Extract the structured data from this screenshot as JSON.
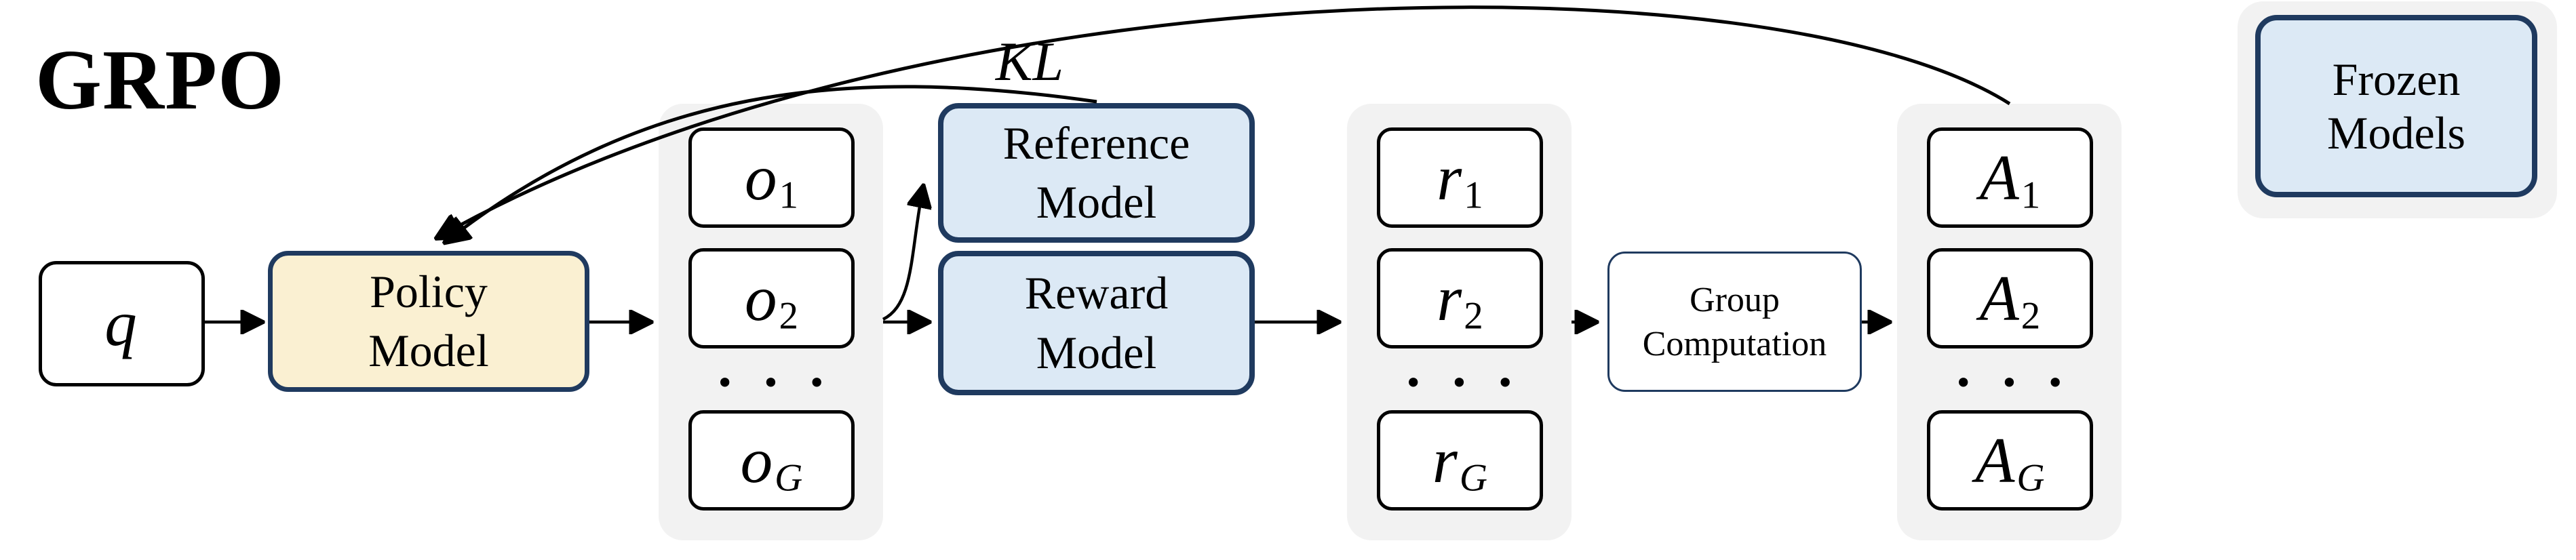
{
  "title": "GRPO",
  "nodes": {
    "q": {
      "base": "q",
      "sub": "",
      "sub_style": "normal"
    },
    "policy": {
      "line1": "Policy",
      "line2": "Model"
    },
    "reference": {
      "line1": "Reference",
      "line2": "Model"
    },
    "reward": {
      "line1": "Reward",
      "line2": "Model"
    },
    "group_computation": {
      "line1": "Group",
      "line2": "Computation"
    },
    "kl_label": "KL"
  },
  "columns": {
    "outputs": {
      "items": [
        {
          "base": "o",
          "sub": "1",
          "sub_style": "normal"
        },
        {
          "base": "o",
          "sub": "2",
          "sub_style": "normal"
        },
        {
          "base": "o",
          "sub": "G",
          "sub_style": "italic"
        }
      ],
      "ellipsis": "• • •"
    },
    "rewards": {
      "items": [
        {
          "base": "r",
          "sub": "1",
          "sub_style": "normal"
        },
        {
          "base": "r",
          "sub": "2",
          "sub_style": "normal"
        },
        {
          "base": "r",
          "sub": "G",
          "sub_style": "italic"
        }
      ],
      "ellipsis": "• • •"
    },
    "advantages": {
      "items": [
        {
          "base": "A",
          "sub": "1",
          "sub_style": "normal"
        },
        {
          "base": "A",
          "sub": "2",
          "sub_style": "normal"
        },
        {
          "base": "A",
          "sub": "G",
          "sub_style": "italic"
        }
      ],
      "ellipsis": "• • •"
    }
  },
  "legend": {
    "line1": "Frozen",
    "line2": "Models"
  },
  "colors": {
    "ink": "#000000",
    "navy": "#1f3a5f",
    "policy_fill": "#faf0d2",
    "frozen_fill": "#dce9f5",
    "gray": "#f2f2f2",
    "paper": "#ffffff"
  }
}
